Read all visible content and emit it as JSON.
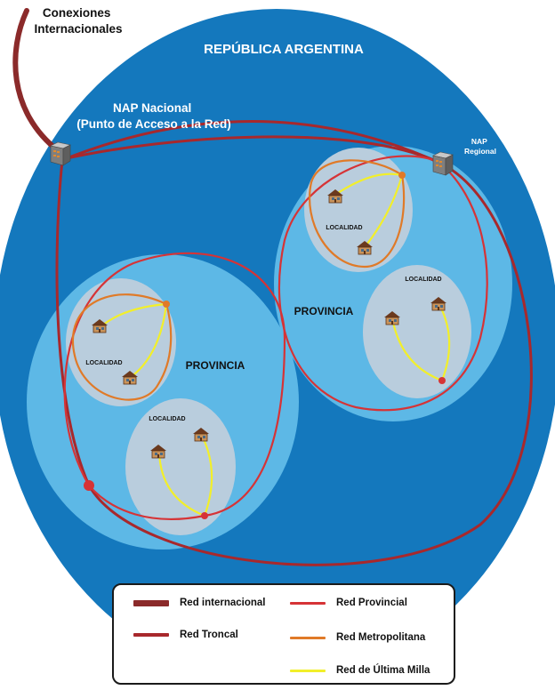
{
  "title": "REPÚBLICA ARGENTINA",
  "labels": {
    "international": [
      "Conexiones",
      "Internacionales"
    ],
    "nap_nacional": [
      "NAP Nacional",
      "(Punto de Acceso a la Red)"
    ],
    "nap_regional": [
      "NAP",
      "Regional"
    ],
    "provincia_left": "PROVINCIA",
    "provincia_right": "PROVINCIA",
    "localidad": "LOCALIDAD"
  },
  "colors": {
    "background": "#ffffff",
    "country": "#1478bd",
    "province": "#5db8e6",
    "locality": "#b9cddd",
    "red_internacional": "#8b2a2a",
    "red_troncal": "#a8282c",
    "red_provincial": "#d63336",
    "red_metropolitana": "#e07a28",
    "red_ultima_milla": "#f2ef2a"
  },
  "icons": [
    "server-icon",
    "house-icon"
  ],
  "legend": {
    "items": [
      {
        "label": "Red internacional",
        "color": "#8b2a2a",
        "thickness": 6
      },
      {
        "label": "Red Provincial",
        "color": "#d63336",
        "thickness": 2
      },
      {
        "label": "Red Troncal",
        "color": "#a8282c",
        "thickness": 3
      },
      {
        "label": "Red Metropolitana",
        "color": "#e07a28",
        "thickness": 2
      },
      {
        "label": "Red de Última Milla",
        "color": "#f2ef2a",
        "thickness": 2
      }
    ]
  }
}
